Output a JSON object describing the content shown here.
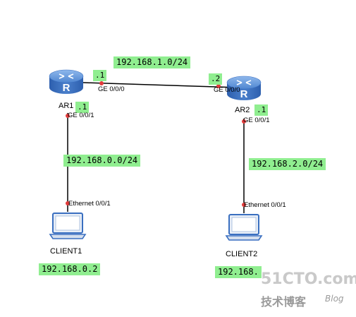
{
  "networks": {
    "ar1_ar2": "192.168.1.0/24",
    "ar1_client1": "192.168.0.0/24",
    "ar2_client2": "192.168.2.0/24"
  },
  "host_ids": {
    "ar1_ge000": ".1",
    "ar2_ge000": ".2",
    "ar1_ge001": ".1",
    "ar2_ge001": ".1"
  },
  "devices": {
    "ar1": "AR1",
    "ar2": "AR2",
    "client1": "CLIENT1",
    "client2": "CLIENT2"
  },
  "ports": {
    "ar1_ge000": "GE 0/0/0",
    "ar2_ge000": "GE 0/0/0",
    "ar1_ge001": "GE 0/0/1",
    "ar2_ge001": "GE 0/0/1",
    "client1_eth": "Ethernet 0/0/1",
    "client2_eth": "Ethernet 0/0/1"
  },
  "client_ips": {
    "client1": "192.168.0.2",
    "client2": "192.168."
  },
  "watermark": {
    "site": "51CTO.com",
    "cn": "技术博客",
    "blog": "Blog"
  },
  "colors": {
    "label_bg": "#90ee90",
    "router_blue": "#3a6fc0",
    "port_dot": "#e23b3b",
    "link": "#000000"
  },
  "icons": {
    "router": "router-icon",
    "client": "laptop-icon"
  }
}
